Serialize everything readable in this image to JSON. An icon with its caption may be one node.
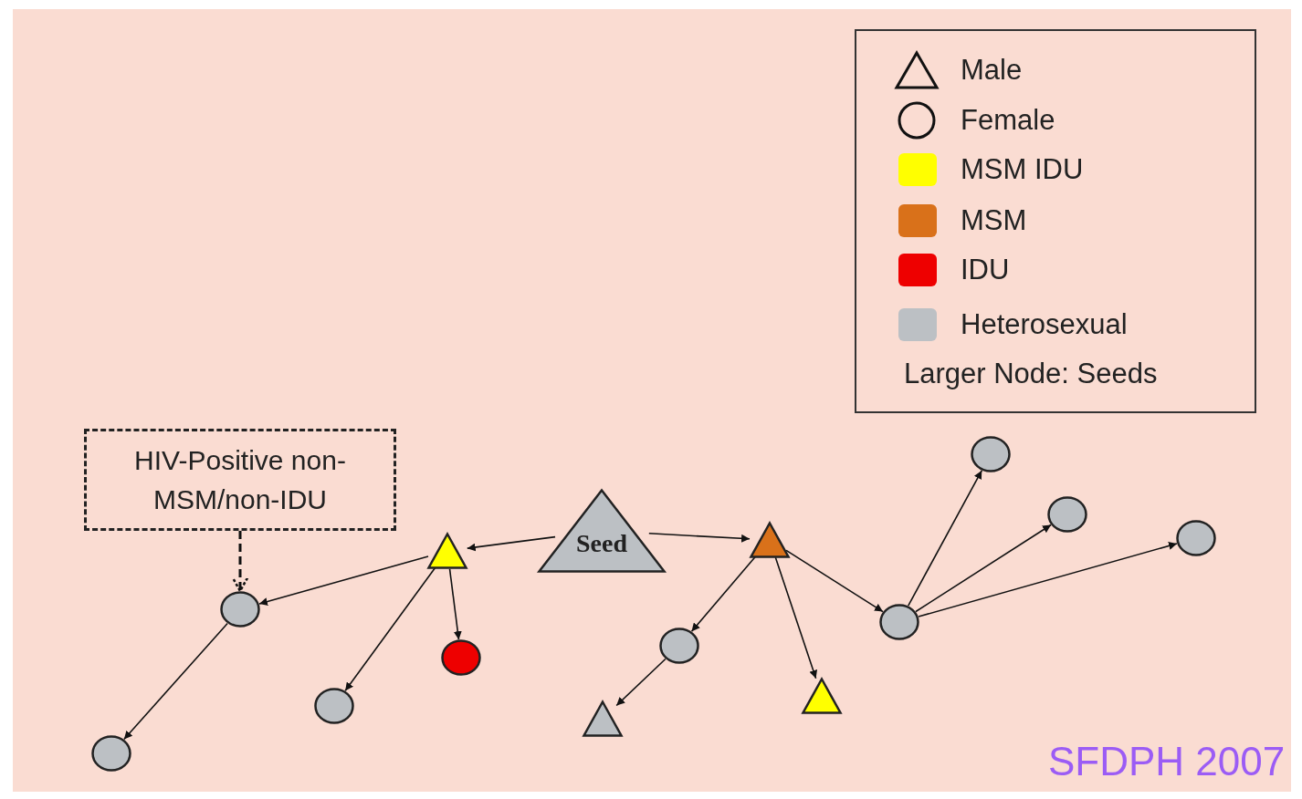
{
  "diagram": {
    "nodes": [
      {
        "text": [
          "HIV-Positive non-MSM/non-IDU"
        ]
      },
      {
        "text": [
          "Seed"
        ]
      },
      {
        "text": [],
        "shape": "triangle"
      },
      {
        "text": [],
        "shape": "triangle"
      },
      {
        "text": [],
        "shape": "circle"
      },
      {
        "text": [],
        "shape": "circle"
      },
      {
        "text": [],
        "shape": "circle"
      },
      {
        "text": [],
        "shape": "circle"
      },
      {
        "text": [],
        "shape": "circle"
      },
      {
        "text": [],
        "shape": "circle"
      },
      {
        "text": [],
        "shape": "circle"
      },
      {
        "text": [],
        "shape": "circle"
      },
      {
        "text": [],
        "shape": "triangle"
      },
      {
        "text": [],
        "shape": "triangle"
      },
      {
        "text": [],
        "shape": "circle"
      }
    ],
    "edges": [
      {
        "from": 0,
        "to": 4,
        "arrow": "to",
        "style": "dashed"
      },
      {
        "from": 1,
        "to": 2,
        "arrow": "to"
      },
      {
        "from": 1,
        "to": 3,
        "arrow": "to"
      },
      {
        "from": 2,
        "to": 4,
        "arrow": "to"
      },
      {
        "from": 2,
        "to": 11,
        "arrow": "to"
      },
      {
        "from": 2,
        "to": 9,
        "arrow": "to"
      },
      {
        "from": 4,
        "to": 14,
        "arrow": "to"
      },
      {
        "from": 3,
        "to": 10,
        "arrow": "to"
      },
      {
        "from": 3,
        "to": 12,
        "arrow": "to"
      },
      {
        "from": 3,
        "to": 5,
        "arrow": "to"
      },
      {
        "from": 10,
        "to": 13,
        "arrow": "to"
      },
      {
        "from": 5,
        "to": 6,
        "arrow": "to"
      },
      {
        "from": 5,
        "to": 7,
        "arrow": "to"
      },
      {
        "from": 5,
        "to": 8,
        "arrow": "to"
      }
    ],
    "labels": [
      "Larger Node: Seeds",
      "SFDPH 2007"
    ],
    "legend": [
      {
        "text": "Male"
      },
      {
        "text": "Female"
      },
      {
        "text": "MSM IDU",
        "color": "#ffff00"
      },
      {
        "text": "MSM",
        "color": "#d9711a"
      },
      {
        "text": "IDU",
        "color": "#ee0000"
      },
      {
        "text": "Heterosexual",
        "color": "#bcc0c4"
      }
    ]
  }
}
